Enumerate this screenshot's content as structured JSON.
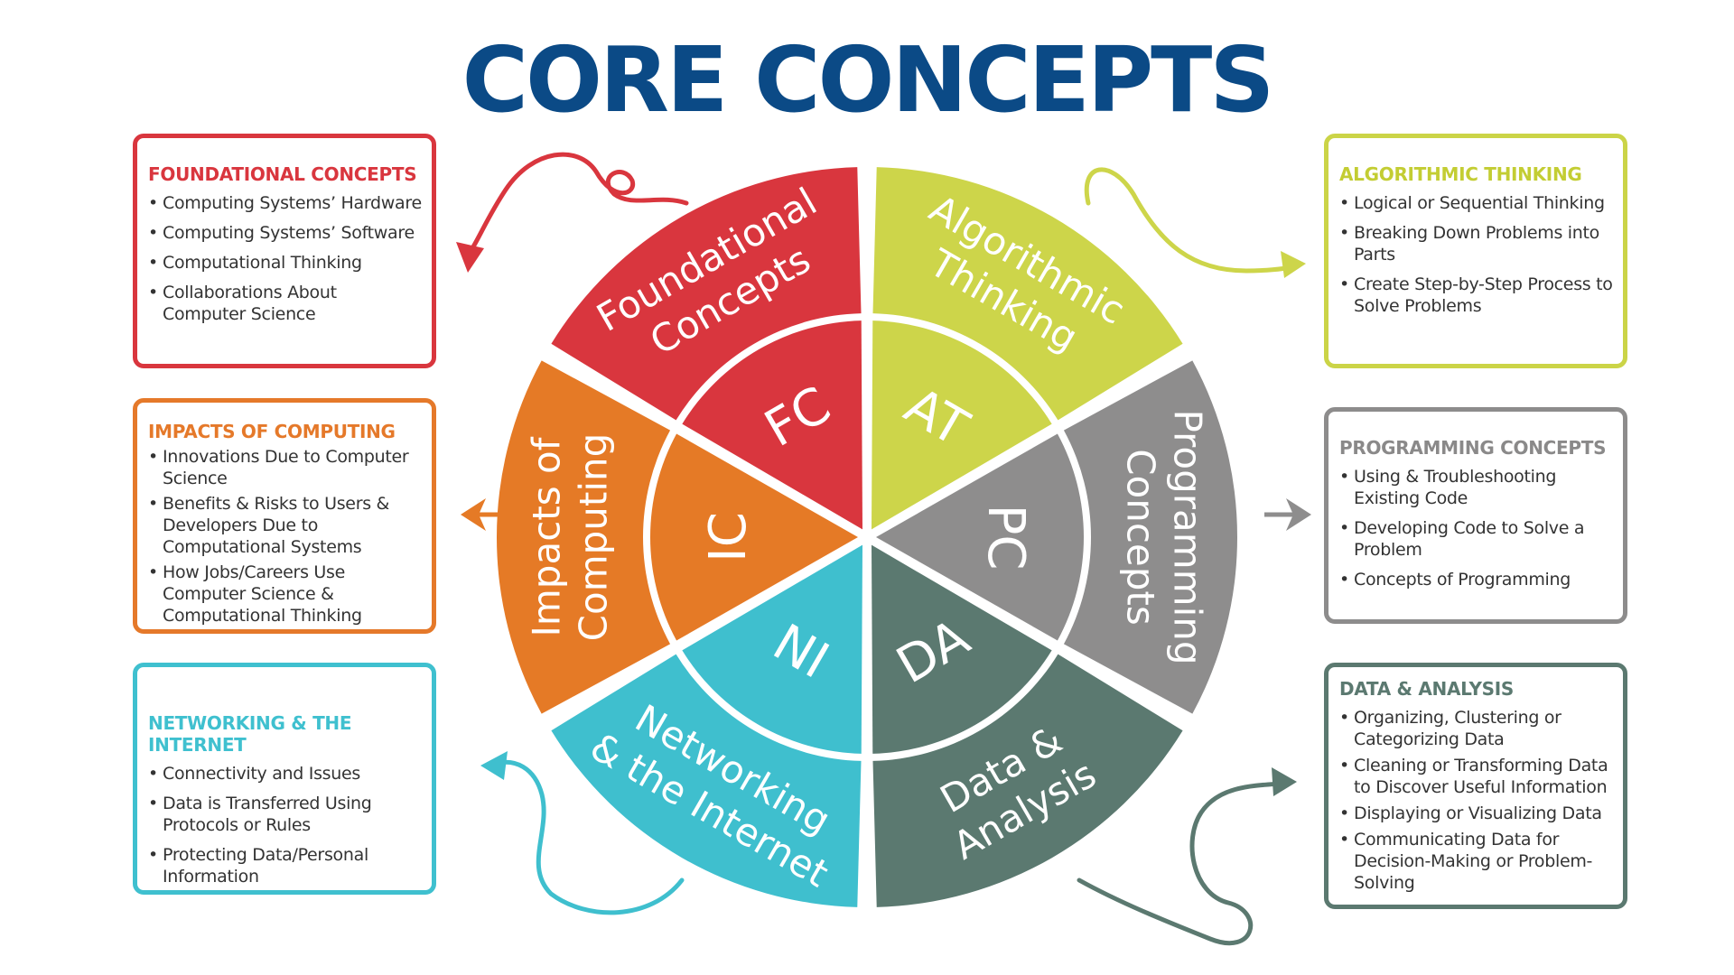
{
  "title": "CORE CONCEPTS",
  "segments": [
    {
      "abbr": "FC",
      "label_line1": "Foundational",
      "label_line2": "Concepts",
      "color": "#d9363e"
    },
    {
      "abbr": "AT",
      "label_line1": "Algorithmic",
      "label_line2": "Thinking",
      "color": "#cdd54a"
    },
    {
      "abbr": "PC",
      "label_line1": "Programming",
      "label_line2": "Concepts",
      "color": "#8e8d8d"
    },
    {
      "abbr": "DA",
      "label_line1": "Data &",
      "label_line2": "Analysis",
      "color": "#5b7970"
    },
    {
      "abbr": "NI",
      "label_line1": "Networking",
      "label_line2": "& the Internet",
      "color": "#3fbfce"
    },
    {
      "abbr": "IC",
      "label_line1": "Impacts of",
      "label_line2": "Computing",
      "color": "#e57a26"
    }
  ],
  "cards": {
    "fc": {
      "heading": "FOUNDATIONAL CONCEPTS",
      "items": [
        "Computing Systems’ Hardware",
        "Computing Systems’ Software",
        "Computational Thinking",
        "Collaborations About Computer Science"
      ]
    },
    "ic": {
      "heading": "IMPACTS OF COMPUTING",
      "items": [
        "Innovations Due to Computer Science",
        "Benefits & Risks to Users & Developers Due to Computational Systems",
        "How Jobs/Careers Use Computer Science & Computational Thinking"
      ]
    },
    "ni": {
      "heading": "NETWORKING & THE INTERNET",
      "items": [
        "Connectivity and Issues",
        "Data is Transferred Using Protocols or Rules",
        "Protecting Data/Personal Information"
      ]
    },
    "at": {
      "heading": "ALGORITHMIC THINKING",
      "items": [
        "Logical or Sequential Thinking",
        "Breaking Down Problems into Parts",
        "Create Step-by-Step Process to Solve Problems"
      ]
    },
    "pc": {
      "heading": "PROGRAMMING CONCEPTS",
      "items": [
        "Using & Troubleshooting Existing Code",
        "Developing Code to Solve a Problem",
        "Concepts of Programming"
      ]
    },
    "da": {
      "heading": "DATA & ANALYSIS",
      "items": [
        "Organizing, Clustering or Categorizing Data",
        "Cleaning or Transforming Data to Discover Useful Information",
        "Displaying or Visualizing Data",
        "Communicating Data for Decision-Making or Problem-Solving"
      ]
    }
  }
}
